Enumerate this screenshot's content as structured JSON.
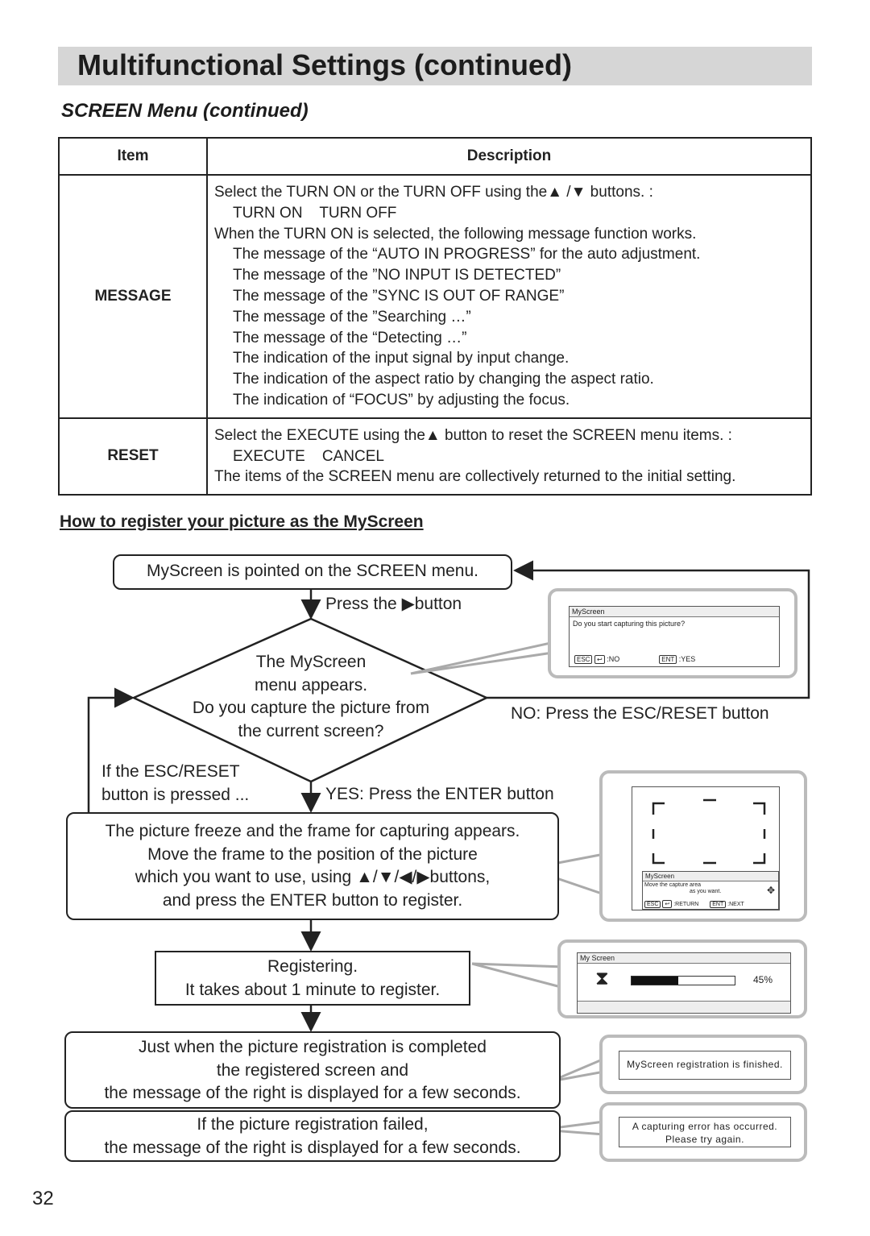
{
  "page": {
    "title": "Multifunctional Settings (continued)",
    "subtitle": "SCREEN Menu (continued)",
    "page_number": "32"
  },
  "table": {
    "headers": {
      "item": "Item",
      "description": "Description"
    },
    "message": {
      "item": "MESSAGE",
      "line1_a": "Select the TURN ON or the TURN OFF using the",
      "line1_b": " /",
      "line1_c": " buttons. :",
      "options": "TURN ON    TURN OFF",
      "line3": "When the TURN ON is selected, the following message function works.",
      "bullets": [
        "The message of the “AUTO IN PROGRESS” for the auto adjustment.",
        "The message of the ”NO INPUT IS DETECTED”",
        "The message of the ”SYNC IS OUT OF RANGE”",
        "The message of the ”Searching …”",
        "The message of the “Detecting …”",
        "The indication of the input signal by input change.",
        "The indication of the aspect ratio by changing the aspect ratio.",
        "The indication of “FOCUS” by adjusting the focus."
      ]
    },
    "reset": {
      "item": "RESET",
      "line1_a": "Select the EXECUTE using the",
      "line1_b": " button to reset the SCREEN menu items. :",
      "options": "EXECUTE    CANCEL",
      "line3": "The items of the SCREEN menu are collectively returned to the initial setting."
    }
  },
  "flow": {
    "heading": "How to register your picture as the MyScreen",
    "start": "MyScreen is pointed on the SCREEN menu.",
    "press_a": "Press the",
    "press_b": "button",
    "diamond": [
      "The MyScreen",
      "menu appears.",
      "Do you capture the picture from",
      "the current screen?"
    ],
    "no_label": "NO: Press the ESC/RESET button",
    "yes_label": "YES: Press the ENTER button",
    "esc_label": [
      "If the ESC/RESET",
      "button is pressed ..."
    ],
    "capture_box": [
      "The picture freeze and the frame for capturing appears.",
      "Move the frame to the position of the picture",
      "which you want to use, using",
      "buttons,",
      "and press the ENTER button to register."
    ],
    "register_box": [
      "Registering.",
      "It takes about 1 minute to register."
    ],
    "complete_box": [
      "Just when the picture registration is completed",
      "the registered screen and",
      "the message of the right is displayed for a few seconds."
    ],
    "failed_box": [
      "If the picture registration failed,",
      "the message of the right is displayed for a few seconds."
    ]
  },
  "screens": {
    "confirm": {
      "title": "MyScreen",
      "question": "Do you start capturing this picture?",
      "esc_key": "ESC",
      "no_text": ":NO",
      "ent_key": "ENT",
      "yes_text": ":YES"
    },
    "capture": {
      "title": "MyScreen",
      "line1": "Move the capture area",
      "line2": "as you want.",
      "esc_key": "ESC",
      "return_text": ":RETURN",
      "ent_key": "ENT",
      "next_text": ":NEXT"
    },
    "progress": {
      "title": "My Screen",
      "percent_label": "45%",
      "progress_value": 0.45
    },
    "finished": {
      "text": "MyScreen registration is finished."
    },
    "error": {
      "line1": "A capturing error has occurred.",
      "line2": "Please try again."
    }
  }
}
